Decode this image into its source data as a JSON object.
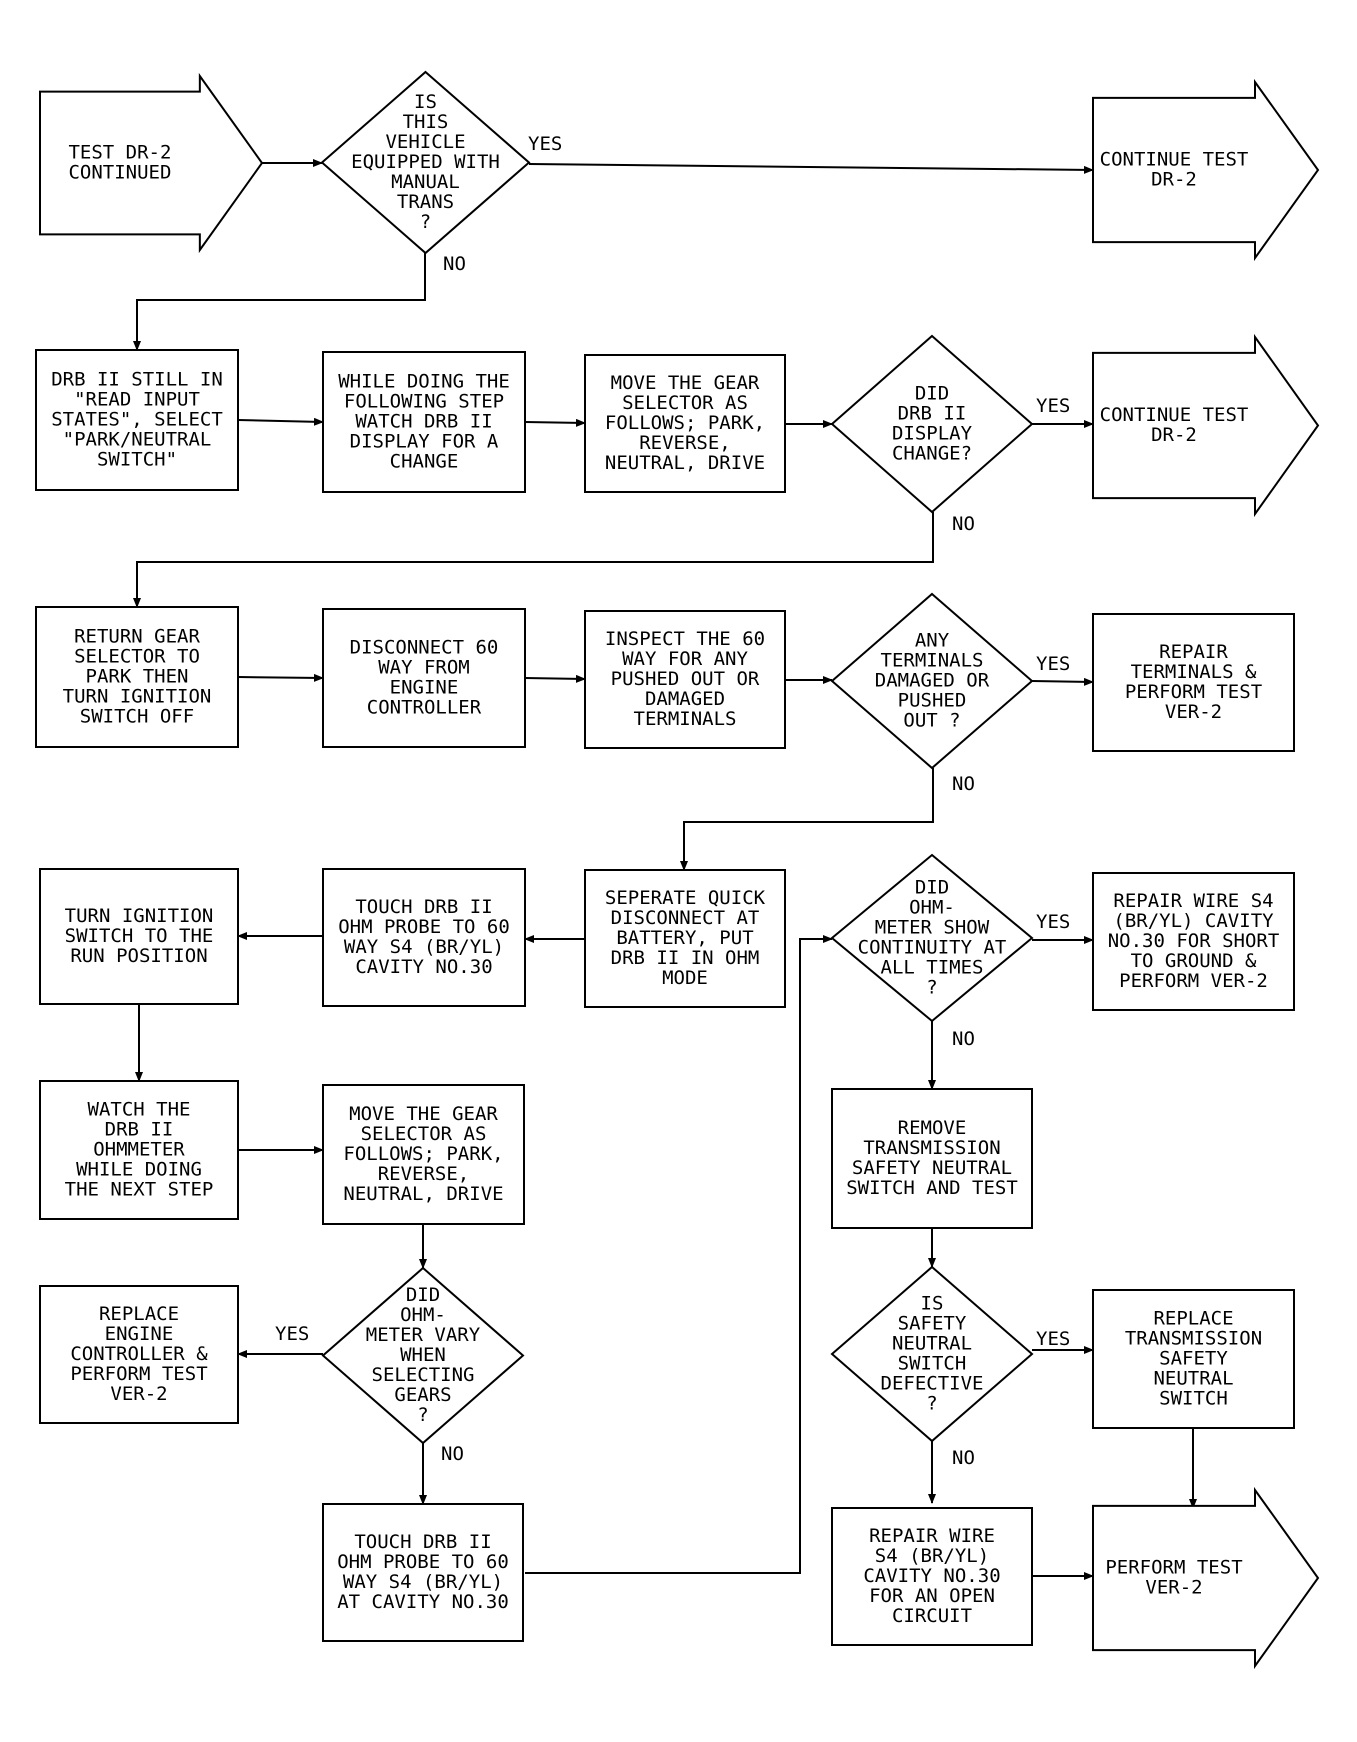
{
  "diagram": {
    "nodes": [
      {
        "id": "start",
        "shape": "arrow",
        "lines": [
          "TEST DR-2",
          "CONTINUED"
        ]
      },
      {
        "id": "d1",
        "shape": "diamond",
        "lines": [
          "IS",
          "THIS",
          "VEHICLE",
          "EQUIPPED WITH",
          "MANUAL",
          "TRANS",
          "?"
        ]
      },
      {
        "id": "cont1",
        "shape": "arrow",
        "lines": [
          "CONTINUE TEST",
          "DR-2"
        ]
      },
      {
        "id": "b1",
        "shape": "box",
        "lines": [
          "DRB II STILL IN",
          "\"READ INPUT",
          "STATES\", SELECT",
          "\"PARK/NEUTRAL",
          "SWITCH\""
        ]
      },
      {
        "id": "b2",
        "shape": "box",
        "lines": [
          "WHILE DOING THE",
          "FOLLOWING STEP",
          "WATCH DRB II",
          "DISPLAY FOR A",
          "CHANGE"
        ]
      },
      {
        "id": "b3",
        "shape": "box",
        "lines": [
          "MOVE THE GEAR",
          "SELECTOR AS",
          "FOLLOWS; PARK,",
          "REVERSE,",
          "NEUTRAL, DRIVE"
        ]
      },
      {
        "id": "d2",
        "shape": "diamond",
        "lines": [
          "DID",
          "DRB II",
          "DISPLAY",
          "CHANGE?"
        ]
      },
      {
        "id": "cont2",
        "shape": "arrow",
        "lines": [
          "CONTINUE TEST",
          "DR-2"
        ]
      },
      {
        "id": "b4",
        "shape": "box",
        "lines": [
          "RETURN GEAR",
          "SELECTOR TO",
          "PARK THEN",
          "TURN IGNITION",
          "SWITCH OFF"
        ]
      },
      {
        "id": "b5",
        "shape": "box",
        "lines": [
          "DISCONNECT 60",
          "WAY FROM",
          "ENGINE",
          "CONTROLLER"
        ]
      },
      {
        "id": "b6",
        "shape": "box",
        "lines": [
          "INSPECT THE 60",
          "WAY FOR ANY",
          "PUSHED OUT OR",
          "DAMAGED",
          "TERMINALS"
        ]
      },
      {
        "id": "d3",
        "shape": "diamond",
        "lines": [
          "ANY",
          "TERMINALS",
          "DAMAGED OR",
          "PUSHED",
          "OUT ?"
        ]
      },
      {
        "id": "b7",
        "shape": "box",
        "lines": [
          "REPAIR",
          "TERMINALS &",
          "PERFORM TEST",
          "VER-2"
        ]
      },
      {
        "id": "b8",
        "shape": "box",
        "lines": [
          "SEPERATE QUICK",
          "DISCONNECT AT",
          "BATTERY, PUT",
          "DRB II IN OHM",
          "MODE"
        ]
      },
      {
        "id": "b9",
        "shape": "box",
        "lines": [
          "TOUCH DRB II",
          "OHM PROBE TO 60",
          "WAY S4 (BR/YL)",
          "CAVITY NO.30"
        ]
      },
      {
        "id": "b10",
        "shape": "box",
        "lines": [
          "TURN IGNITION",
          "SWITCH TO THE",
          "RUN POSITION"
        ]
      },
      {
        "id": "b11",
        "shape": "box",
        "lines": [
          "WATCH THE",
          "DRB II",
          "OHMMETER",
          "WHILE DOING",
          "THE NEXT STEP"
        ]
      },
      {
        "id": "b12",
        "shape": "box",
        "lines": [
          "MOVE THE GEAR",
          "SELECTOR AS",
          "FOLLOWS; PARK,",
          "REVERSE,",
          "NEUTRAL, DRIVE"
        ]
      },
      {
        "id": "d4",
        "shape": "diamond",
        "lines": [
          "DID",
          "OHM-",
          "METER VARY",
          "WHEN",
          "SELECTING",
          "GEARS",
          "?"
        ]
      },
      {
        "id": "b13",
        "shape": "box",
        "lines": [
          "REPLACE",
          "ENGINE",
          "CONTROLLER &",
          "PERFORM TEST",
          "VER-2"
        ]
      },
      {
        "id": "b14",
        "shape": "box",
        "lines": [
          "TOUCH DRB II",
          "OHM PROBE TO 60",
          "WAY S4 (BR/YL)",
          "AT CAVITY NO.30"
        ]
      },
      {
        "id": "d5",
        "shape": "diamond",
        "lines": [
          "DID",
          "OHM-",
          "METER SHOW",
          "CONTINUITY AT",
          "ALL TIMES",
          "?"
        ]
      },
      {
        "id": "b15",
        "shape": "box",
        "lines": [
          "REPAIR WIRE S4",
          "(BR/YL) CAVITY",
          "NO.30 FOR SHORT",
          "TO GROUND &",
          "PERFORM VER-2"
        ]
      },
      {
        "id": "b16",
        "shape": "box",
        "lines": [
          "REMOVE",
          "TRANSMISSION",
          "SAFETY NEUTRAL",
          "SWITCH AND TEST"
        ]
      },
      {
        "id": "d6",
        "shape": "diamond",
        "lines": [
          "IS",
          "SAFETY",
          "NEUTRAL",
          "SWITCH",
          "DEFECTIVE",
          "?"
        ]
      },
      {
        "id": "b17",
        "shape": "box",
        "lines": [
          "REPLACE",
          "TRANSMISSION",
          "SAFETY",
          "NEUTRAL",
          "SWITCH"
        ]
      },
      {
        "id": "b18",
        "shape": "box",
        "lines": [
          "REPAIR WIRE",
          "S4 (BR/YL)",
          "CAVITY NO.30",
          "FOR AN OPEN",
          "CIRCUIT"
        ]
      },
      {
        "id": "end",
        "shape": "arrow",
        "lines": [
          "PERFORM TEST",
          "VER-2"
        ]
      }
    ],
    "edge_labels": {
      "yes": "YES",
      "no": "NO"
    }
  }
}
